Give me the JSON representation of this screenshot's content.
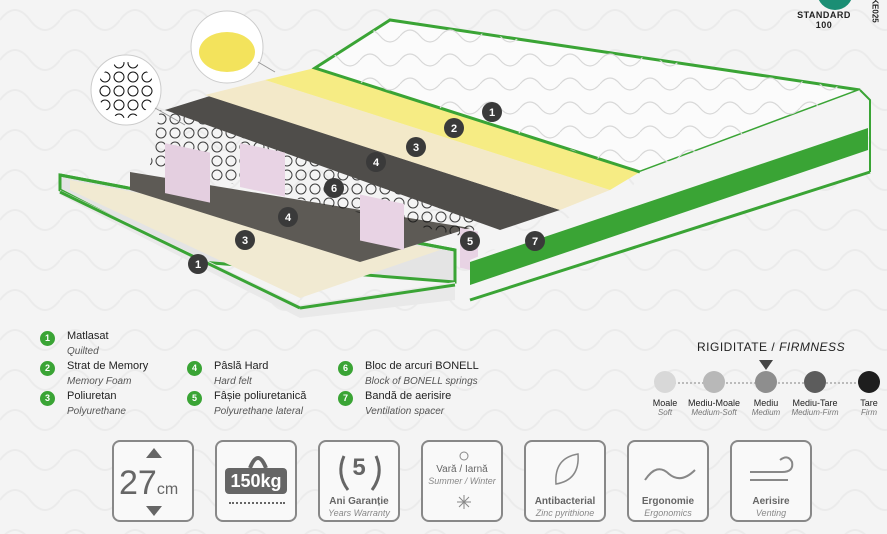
{
  "certificate": {
    "standard_line1": "STANDARD",
    "standard_line2": "100",
    "code": "KE025"
  },
  "diagram_labels": [
    "1",
    "2",
    "3",
    "4",
    "5",
    "6",
    "7"
  ],
  "legend": [
    {
      "num": "1",
      "title": "Matlasat",
      "subtitle": "Quilted"
    },
    {
      "num": "2",
      "title": "Strat de Memory",
      "subtitle": "Memory Foam"
    },
    {
      "num": "3",
      "title": "Poliuretan",
      "subtitle": "Polyurethane"
    },
    {
      "num": "4",
      "title": "Pâslă Hard",
      "subtitle": "Hard felt"
    },
    {
      "num": "5",
      "title": "Fâșie poliuretanică",
      "subtitle": "Polyurethane lateral"
    },
    {
      "num": "6",
      "title": "Bloc de arcuri BONELL",
      "subtitle": "Block of BONELL springs"
    },
    {
      "num": "7",
      "title": "Bandă de aerisire",
      "subtitle": "Ventilation spacer"
    }
  ],
  "firmness": {
    "title_ro": "RIGIDITATE / ",
    "title_en": "FIRMNESS",
    "selected_index": 2,
    "levels": [
      {
        "label": "Moale",
        "sub": "Soft",
        "color": "#d8d8d8"
      },
      {
        "label": "Mediu-Moale",
        "sub": "Medium-Soft",
        "color": "#b8b8b8"
      },
      {
        "label": "Mediu",
        "sub": "Medium",
        "color": "#8e8e8e"
      },
      {
        "label": "Mediu-Tare",
        "sub": "Medium-Firm",
        "color": "#5c5c5c"
      },
      {
        "label": "Tare",
        "sub": "Firm",
        "color": "#1e1e1e"
      }
    ]
  },
  "features": {
    "height": {
      "value": "27",
      "unit": "cm"
    },
    "weight": {
      "value": "150kg"
    },
    "warranty": {
      "number": "5",
      "title": "Ani Garanție",
      "sub": "Years Warranty"
    },
    "season": {
      "title": "Vară / Iarnă",
      "sub": "Summer / Winter"
    },
    "antibacterial": {
      "title": "Antibacterial",
      "sub": "Zinc pyrithione"
    },
    "ergonomic": {
      "title": "Ergonomie",
      "sub": "Ergonomics"
    },
    "venting": {
      "title": "Aerisire",
      "sub": "Venting"
    }
  },
  "colors": {
    "brand_green": "#3aa435",
    "tile_border": "#888888"
  }
}
